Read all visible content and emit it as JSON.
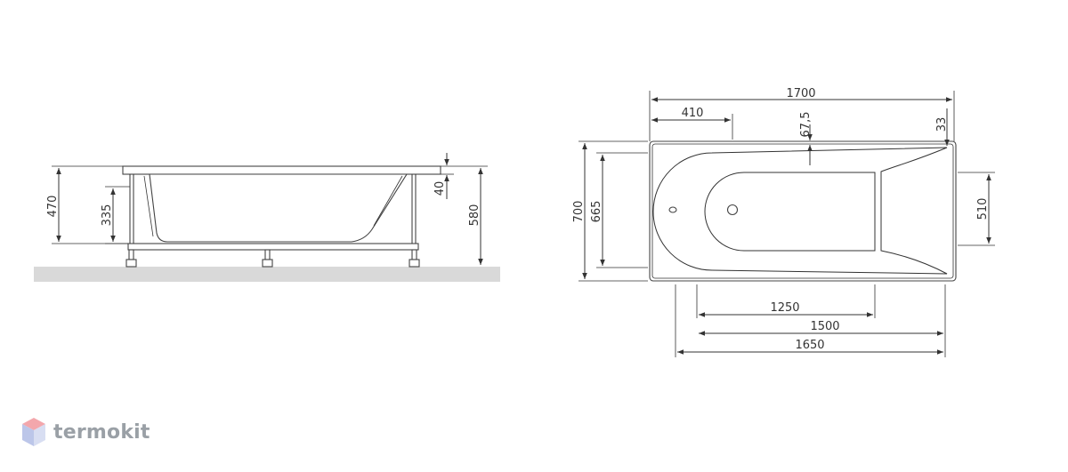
{
  "side_view": {
    "dims": {
      "overall_height": "470",
      "inner_depth": "335",
      "rim_thickness": "40",
      "total_height": "580"
    }
  },
  "top_view": {
    "dims": {
      "length": "1700",
      "drain_offset": "410",
      "rim_width": "67,5",
      "corner_gap": "33",
      "width": "700",
      "inner_width": "665",
      "bottom_width": "510",
      "bottom_length": "1250",
      "inner_length": "1500",
      "bowl_length": "1650"
    }
  },
  "logo": {
    "text": "termokit"
  },
  "colors": {
    "line": "#333333",
    "floor": "#d9d9d9",
    "logo": "#9aa0a6",
    "logo_top": "#f3a7ac",
    "logo_side": "#bcc6e9"
  }
}
